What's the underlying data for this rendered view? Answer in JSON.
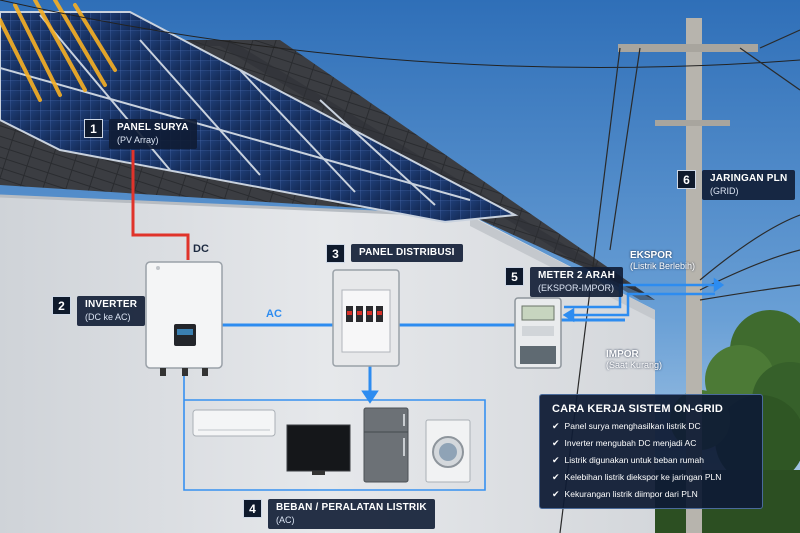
{
  "labels": {
    "panel": {
      "num": "1",
      "title": "PANEL SURYA",
      "sub": "(PV Array)"
    },
    "inverter": {
      "num": "2",
      "title": "INVERTER",
      "sub": "(DC ke AC)"
    },
    "distribution": {
      "num": "3",
      "title": "PANEL DISTRIBUSI"
    },
    "load": {
      "num": "4",
      "title": "BEBAN / PERALATAN LISTRIK",
      "sub": "(AC)"
    },
    "meter": {
      "num": "5",
      "title": "METER 2 ARAH",
      "sub": "(EKSPOR-IMPOR)"
    },
    "grid": {
      "num": "6",
      "title": "JARINGAN PLN",
      "sub": "(GRID)"
    }
  },
  "flows": {
    "dc": "DC",
    "ac": "AC",
    "export": {
      "title": "EKSPOR",
      "sub": "(Listrik Berlebih)"
    },
    "import": {
      "title": "IMPOR",
      "sub": "(Saat Kurang)"
    }
  },
  "info": {
    "title": "CARA KERJA SISTEM ON-GRID",
    "items": [
      "Panel surya menghasilkan listrik DC",
      "Inverter mengubah DC menjadi AC",
      "Listrik digunakan untuk beban rumah",
      "Kelebihan listrik diekspor ke jaringan PLN",
      "Kekurangan listrik diimpor dari PLN"
    ]
  },
  "colors": {
    "dc_wire": "#e0332a",
    "ac_wire": "#2d8cf0",
    "label_bg": "#0f1c34",
    "sky": "#4a86c8",
    "wall": "#dfe2e6",
    "roof": "#3d3f44"
  },
  "icons": [
    "check-icon",
    "sun-rays-icon"
  ]
}
